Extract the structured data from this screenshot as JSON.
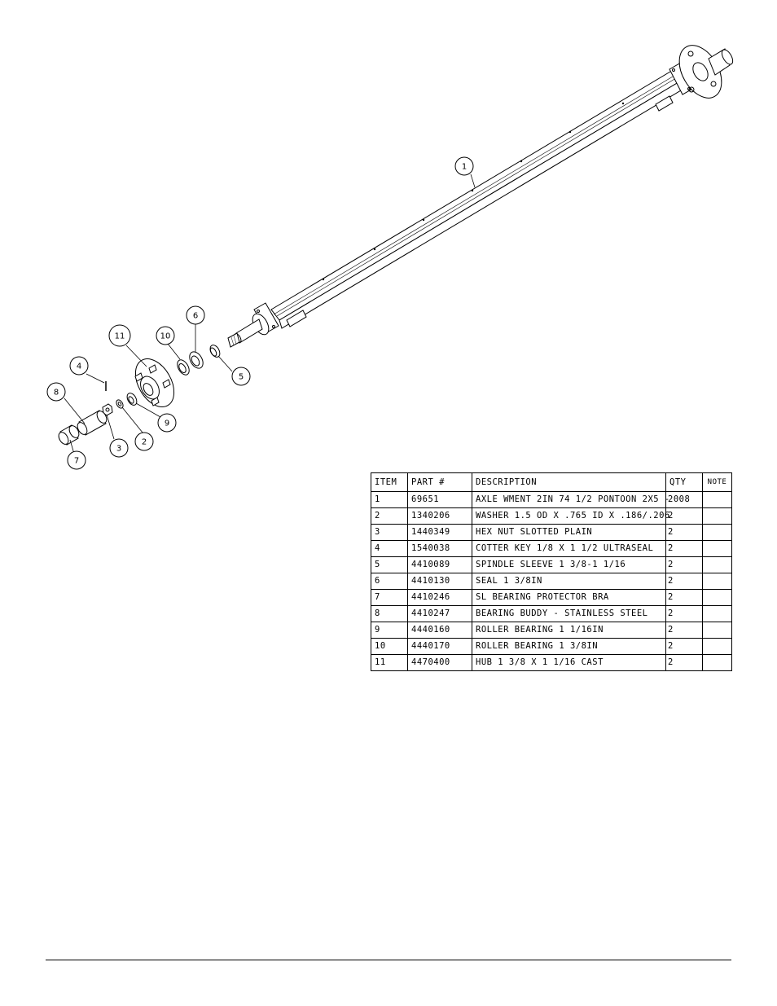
{
  "balloons": {
    "b1": "1",
    "b2": "2",
    "b3": "3",
    "b4": "4",
    "b5": "5",
    "b6": "6",
    "b7": "7",
    "b8": "8",
    "b9": "9",
    "b10": "10",
    "b11": "11"
  },
  "bom": {
    "headers": {
      "item": "ITEM",
      "part": "PART #",
      "description": "DESCRIPTION",
      "qty": "QTY",
      "note": "NOTE"
    },
    "rows": [
      {
        "item": "1",
        "part": "69651",
        "description": "AXLE WMENT 2IN  74 1/2 PONTOON 2X5 -",
        "qty": "2008",
        "note": ""
      },
      {
        "item": "2",
        "part": "1340206",
        "description": "WASHER 1.5 OD X .765 ID X .186/.206",
        "qty": "2",
        "note": ""
      },
      {
        "item": "3",
        "part": "1440349",
        "description": "HEX NUT SLOTTED PLAIN",
        "qty": "2",
        "note": ""
      },
      {
        "item": "4",
        "part": "1540038",
        "description": "COTTER KEY 1/8 X 1 1/2 ULTRASEAL",
        "qty": "2",
        "note": ""
      },
      {
        "item": "5",
        "part": "4410089",
        "description": "SPINDLE SLEEVE  1 3/8-1 1/16",
        "qty": "2",
        "note": ""
      },
      {
        "item": "6",
        "part": "4410130",
        "description": "SEAL  1 3/8IN",
        "qty": "2",
        "note": ""
      },
      {
        "item": "7",
        "part": "4410246",
        "description": "SL BEARING PROTECTOR BRA",
        "qty": "2",
        "note": ""
      },
      {
        "item": "8",
        "part": "4410247",
        "description": "BEARING BUDDY - STAINLESS STEEL",
        "qty": "2",
        "note": ""
      },
      {
        "item": "9",
        "part": "4440160",
        "description": "ROLLER BEARING   1 1/16IN",
        "qty": "2",
        "note": ""
      },
      {
        "item": "10",
        "part": "4440170",
        "description": "ROLLER BEARING   1 3/8IN",
        "qty": "2",
        "note": ""
      },
      {
        "item": "11",
        "part": "4470400",
        "description": "HUB  1 3/8 X 1 1/16 CAST",
        "qty": "2",
        "note": ""
      }
    ]
  }
}
